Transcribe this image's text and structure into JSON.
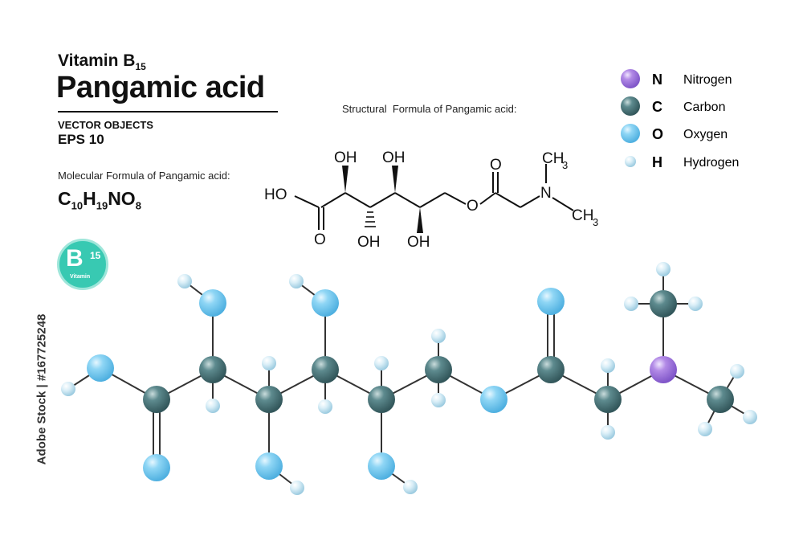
{
  "header": {
    "supertitle": "Vitamin B",
    "supertitle_sub": "15",
    "title": "Pangamic acid",
    "vector_label": "VECTOR OBJECTS",
    "eps_label": "EPS 10"
  },
  "molecular": {
    "caption": "Molecular Formula of Pangamic acid:",
    "parts": [
      "C",
      "10",
      "H",
      "19",
      "NO",
      "8"
    ]
  },
  "structural": {
    "caption": "Structural  Formula of Pangamic acid:",
    "oh": "OH",
    "ho": "HO",
    "o": "O",
    "n": "N",
    "ch": "CH",
    "three": "3"
  },
  "badge": {
    "letter": "B",
    "number": "15",
    "word": "Vitamin",
    "color": "#38c9b2"
  },
  "legend": [
    {
      "symbol": "N",
      "name": "Nitrogen",
      "color": "#a77ae0"
    },
    {
      "symbol": "C",
      "name": "Carbon",
      "color": "#4f7c80"
    },
    {
      "symbol": "O",
      "name": "Oxygen",
      "color": "#6fc8f0"
    },
    {
      "symbol": "H",
      "name": "Hydrogen",
      "color": "#c9e6f2"
    }
  ],
  "watermark": "Adobe Stock | #167725248"
}
